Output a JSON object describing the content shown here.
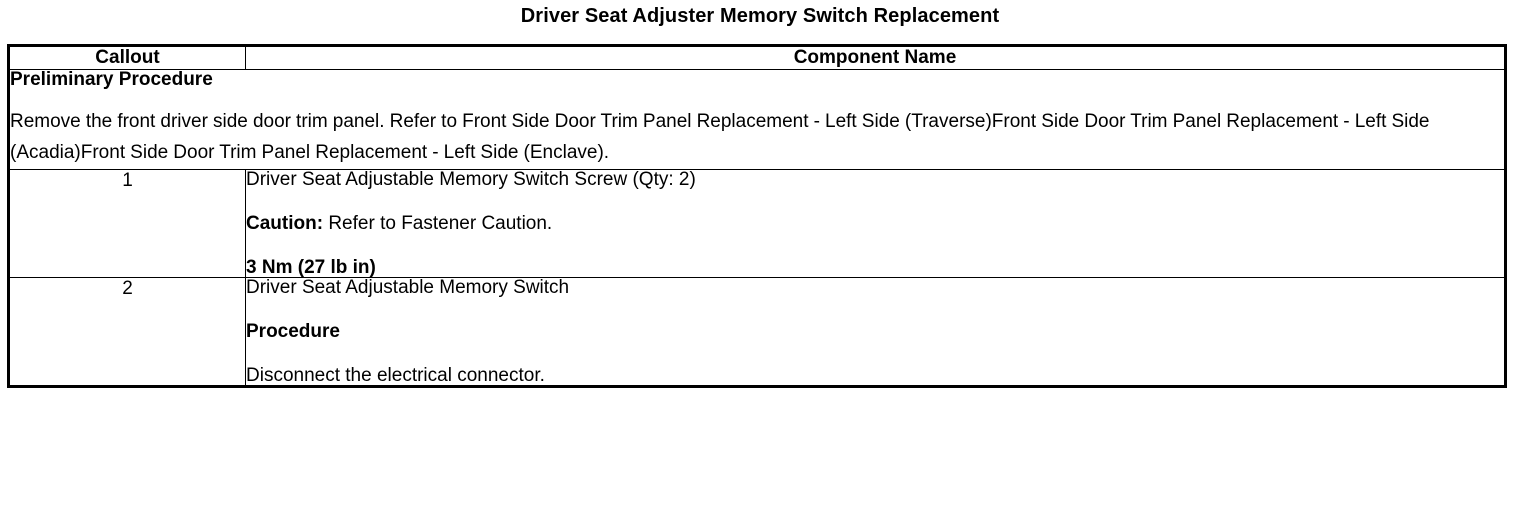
{
  "document": {
    "title": "Driver Seat Adjuster Memory Switch Replacement"
  },
  "table": {
    "headers": {
      "callout": "Callout",
      "component_name": "Component Name"
    },
    "preliminary": {
      "heading": "Preliminary Procedure",
      "body": "Remove the front driver side door trim panel. Refer to Front Side Door Trim Panel Replacement - Left Side (Traverse)Front Side Door Trim Panel Replacement - Left Side (Acadia)Front Side Door Trim Panel Replacement - Left Side (Enclave)."
    },
    "rows": [
      {
        "callout": "1",
        "lines": [
          {
            "text": "Driver Seat Adjustable Memory Switch Screw (Qty: 2)",
            "bold_lead": "",
            "bold_all": false
          },
          {
            "text": " Refer to Fastener Caution.",
            "bold_lead": "Caution:",
            "bold_all": false
          },
          {
            "text": "3 Nm (27 lb in)",
            "bold_lead": "",
            "bold_all": true
          }
        ]
      },
      {
        "callout": "2",
        "lines": [
          {
            "text": "Driver Seat Adjustable Memory Switch",
            "bold_lead": "",
            "bold_all": false
          },
          {
            "text": "Procedure",
            "bold_lead": "",
            "bold_all": true
          },
          {
            "text": "Disconnect the electrical connector.",
            "bold_lead": "",
            "bold_all": false
          }
        ]
      }
    ]
  }
}
